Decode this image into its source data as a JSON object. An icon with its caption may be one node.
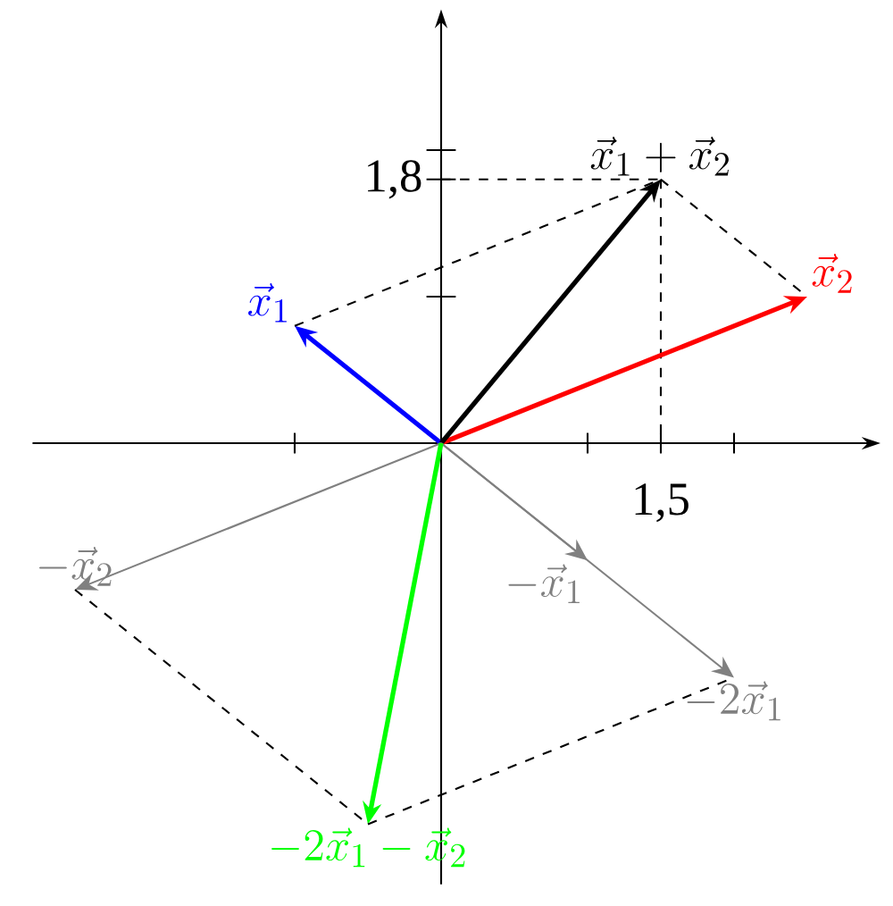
{
  "diagram": {
    "nodes": [
      {
        "text": [
          "\\vec{x}_1"
        ]
      },
      {
        "text": [
          "\\vec{x}_2"
        ]
      },
      {
        "text": [
          "\\vec{x}_1 + \\vec{x}_2"
        ]
      },
      {
        "text": [
          "-\\vec{x}_1"
        ]
      },
      {
        "text": [
          "-2\\vec{x}_1"
        ]
      },
      {
        "text": [
          "-\\vec{x}_2"
        ]
      },
      {
        "text": [
          "-2\\vec{x}_1 - \\vec{x}_2"
        ]
      }
    ],
    "edges": [
      {
        "from": null,
        "to": 0,
        "arrow": "to",
        "style": "thick",
        "color": "#0000ff"
      },
      {
        "from": null,
        "to": 1,
        "arrow": "to",
        "style": "thick",
        "color": "#ff0000"
      },
      {
        "from": null,
        "to": 2,
        "arrow": "to",
        "style": "thick"
      },
      {
        "from": null,
        "to": 3,
        "arrow": "to",
        "color": "#808080"
      },
      {
        "from": null,
        "to": 4,
        "arrow": "to",
        "color": "#808080"
      },
      {
        "from": null,
        "to": 5,
        "arrow": "to",
        "color": "#808080"
      },
      {
        "from": null,
        "to": 6,
        "arrow": "to",
        "style": "thick",
        "color": "#00ff00"
      },
      {
        "from": 0,
        "to": 2,
        "arrow": "none",
        "style": "dashed"
      },
      {
        "from": 2,
        "to": 1,
        "arrow": "none",
        "style": "dashed"
      },
      {
        "from": 5,
        "to": 6,
        "arrow": "none",
        "style": "dashed"
      },
      {
        "from": 6,
        "to": 4,
        "arrow": "none",
        "style": "dashed"
      }
    ],
    "labels": [
      "1,8",
      "1,5"
    ]
  }
}
